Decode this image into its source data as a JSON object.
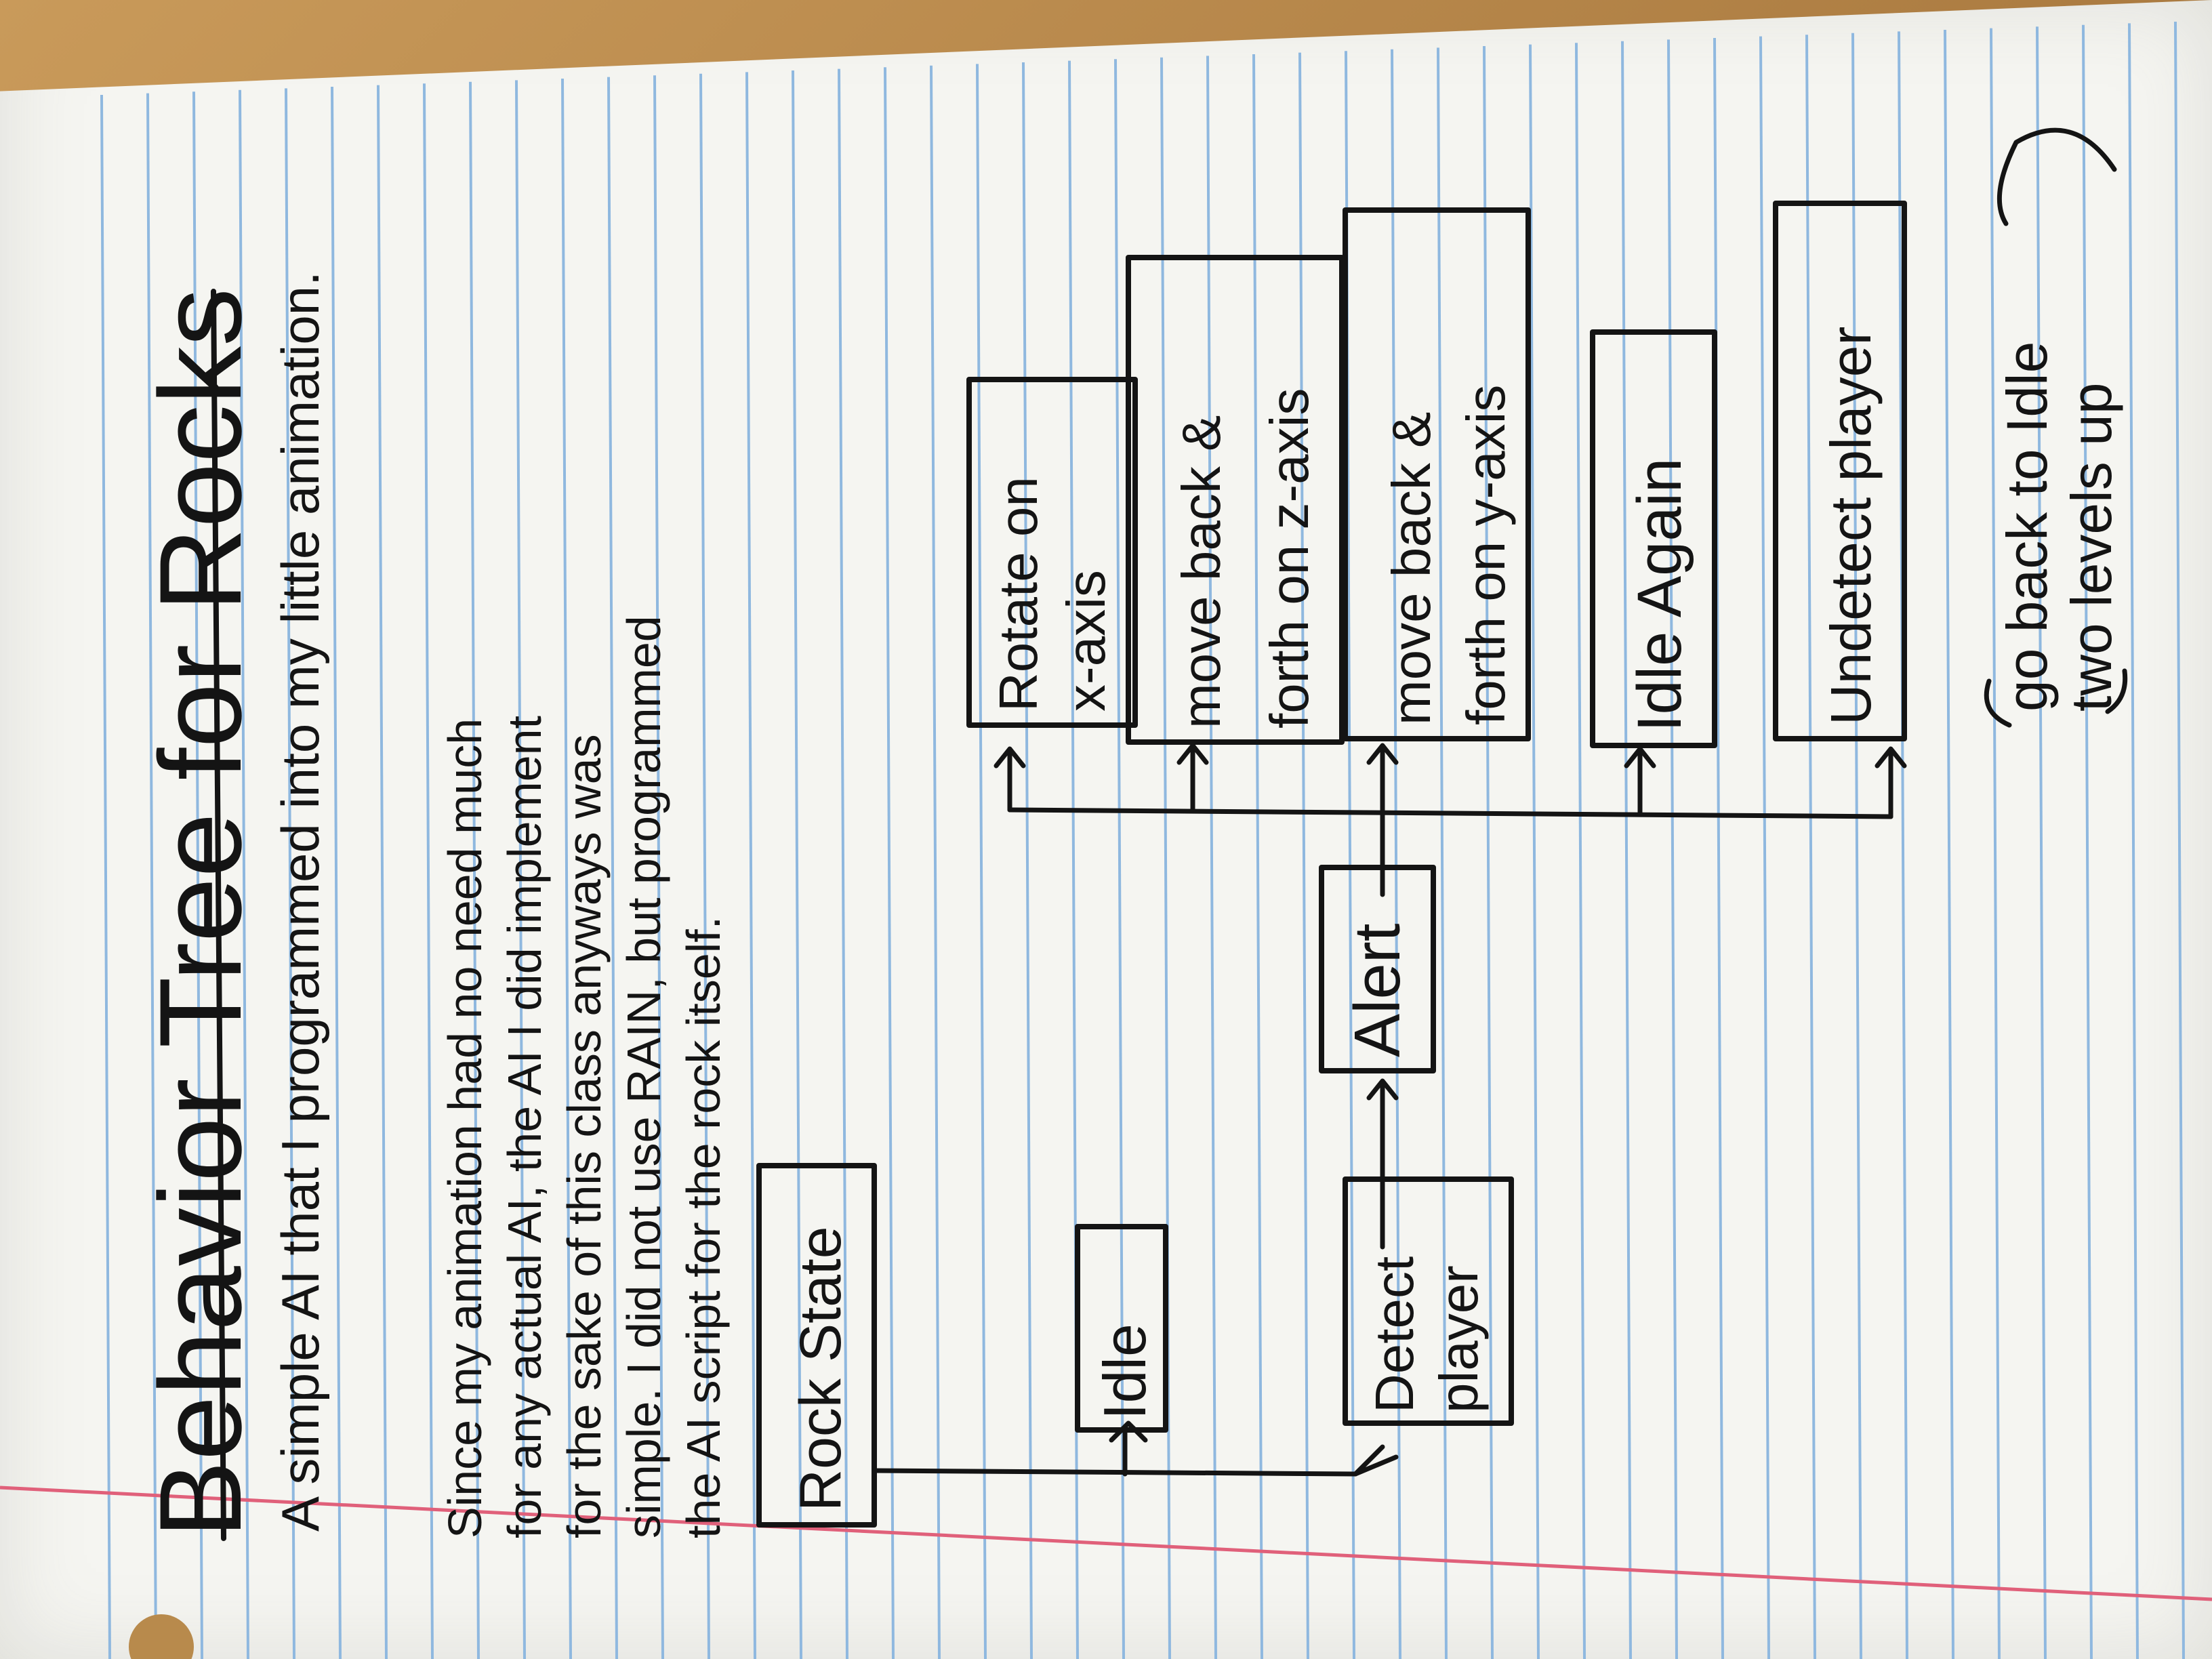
{
  "title": "Behavior Tree for Rocks",
  "intro": "A simple AI that I programmed into my little animation.",
  "paragraph": {
    "line1": "Since my animation had no need much",
    "line2": "for any actual AI, the AI I did implement",
    "line3": "for the sake of this class anyways was",
    "line4": "simple. I did not use RAIN, but programmed",
    "line5": "the AI script for the rock itself."
  },
  "nodes": {
    "root": "Rock State",
    "idle": "Idle",
    "detect": {
      "line1": "Detect",
      "line2": "player"
    },
    "alert": "Alert",
    "rotate": {
      "line1": "Rotate on",
      "line2": "x-axis"
    },
    "move_z": {
      "line1": "move back &",
      "line2": "forth on z-axis"
    },
    "move_y": {
      "line1": "move back &",
      "line2": "forth on y-axis"
    },
    "idle_again": "Idle Again",
    "undetect": "Undetect player",
    "note": {
      "line1": "go back to Idle",
      "line2": "two levels up"
    }
  },
  "colors": {
    "ink": "#141414",
    "rule_blue": "#8fb8df",
    "margin_red": "#e0607a",
    "paper": "#f5f5f1",
    "desk": "#b88a4c"
  }
}
